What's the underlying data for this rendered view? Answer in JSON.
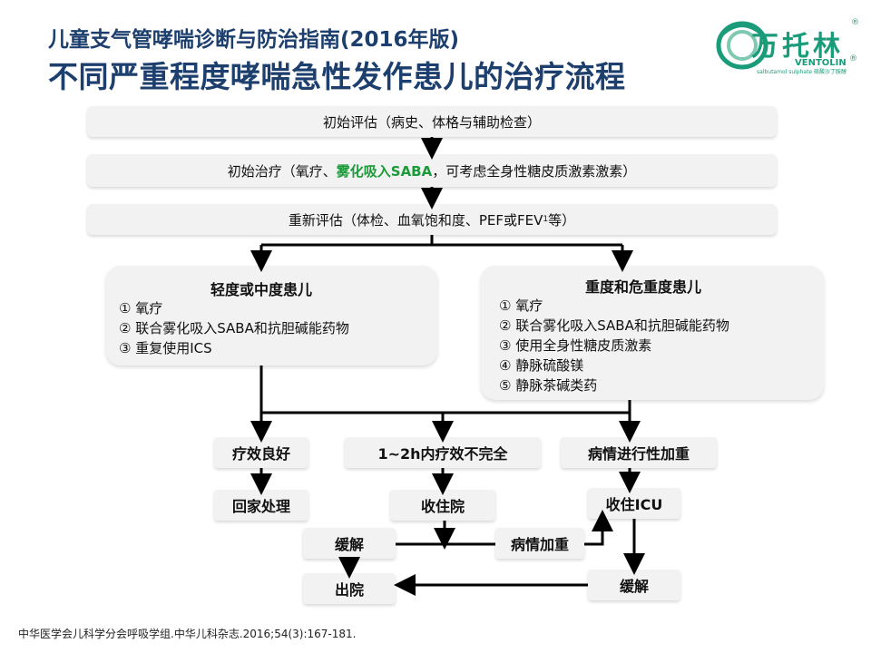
{
  "header": {
    "title_line1": "儿童支气管哮喘诊断与防治指南(2016年版)",
    "title_line2": "不同严重程度哮喘急性发作患儿的治疗流程"
  },
  "logo": {
    "name": "万托林",
    "registered": "®",
    "english": "VENTOLIN",
    "subtitle": "salbutamol sulphate 硫酸沙丁胺醇"
  },
  "flow": {
    "initial_assessment": "初始评估（病史、体格与辅助检查）",
    "initial_treatment_prefix": "初始治疗（氧疗、",
    "initial_treatment_highlight": "雾化吸入SABA",
    "initial_treatment_suffix": "，可考虑全身性糖皮质激素激素）",
    "reassessment_prefix": "重新评估（体检、血氧饱和度、PEF或FEV",
    "reassessment_sub": "1",
    "reassessment_suffix": "等）",
    "mild": {
      "title": "轻度或中度患儿",
      "items": [
        "①  氧疗",
        "②  联合雾化吸入SABA和抗胆碱能药物",
        "③  重复使用ICS"
      ]
    },
    "severe": {
      "title": "重度和危重度患儿",
      "items": [
        "①  氧疗",
        "②  联合雾化吸入SABA和抗胆碱能药物",
        "③  使用全身性糖皮质激素",
        "④  静脉硫酸镁",
        "⑤  静脉茶碱类药"
      ]
    },
    "nodes": {
      "good_effect": "疗效良好",
      "home_care": "回家处理",
      "incomplete": "1~2h内疗效不完全",
      "admit": "收住院",
      "relief_left": "缓解",
      "discharge": "出院",
      "worsen_small": "病情加重",
      "progressive": "病情进行性加重",
      "icu": "收住ICU",
      "relief_right": "缓解"
    }
  },
  "citation": "中华医学会儿科学分会呼吸学组.中华儿科杂志.2016;54(3):167-181."
}
